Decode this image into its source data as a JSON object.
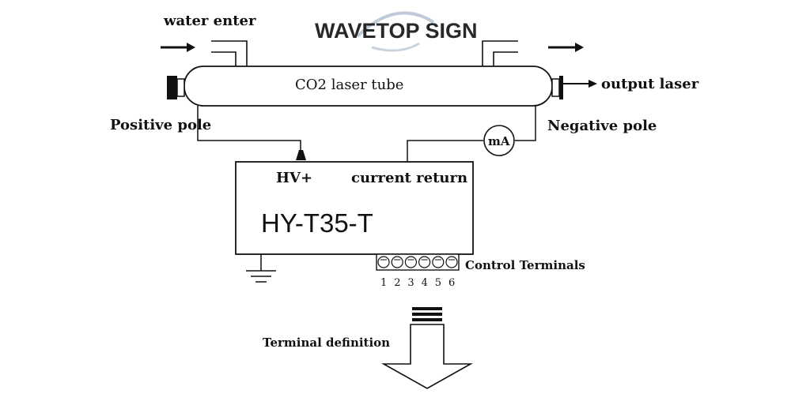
{
  "watermark": {
    "text": "WAVETOP SIGN",
    "color": "#8aa0b8"
  },
  "labels": {
    "water_enter": "water enter",
    "tube": "CO2 laser tube",
    "output_laser": "output laser",
    "positive_pole": "Positive pole",
    "negative_pole": "Negative pole",
    "ammeter": "mA",
    "hv_plus": "HV+",
    "current_return": "current return",
    "model": "HY-T35-T",
    "control_terminals": "Control Terminals",
    "terminal_definition": "Terminal definition"
  },
  "terminals": [
    "1",
    "2",
    "3",
    "4",
    "5",
    "6"
  ],
  "colors": {
    "line": "#111111",
    "background": "#ffffff"
  }
}
